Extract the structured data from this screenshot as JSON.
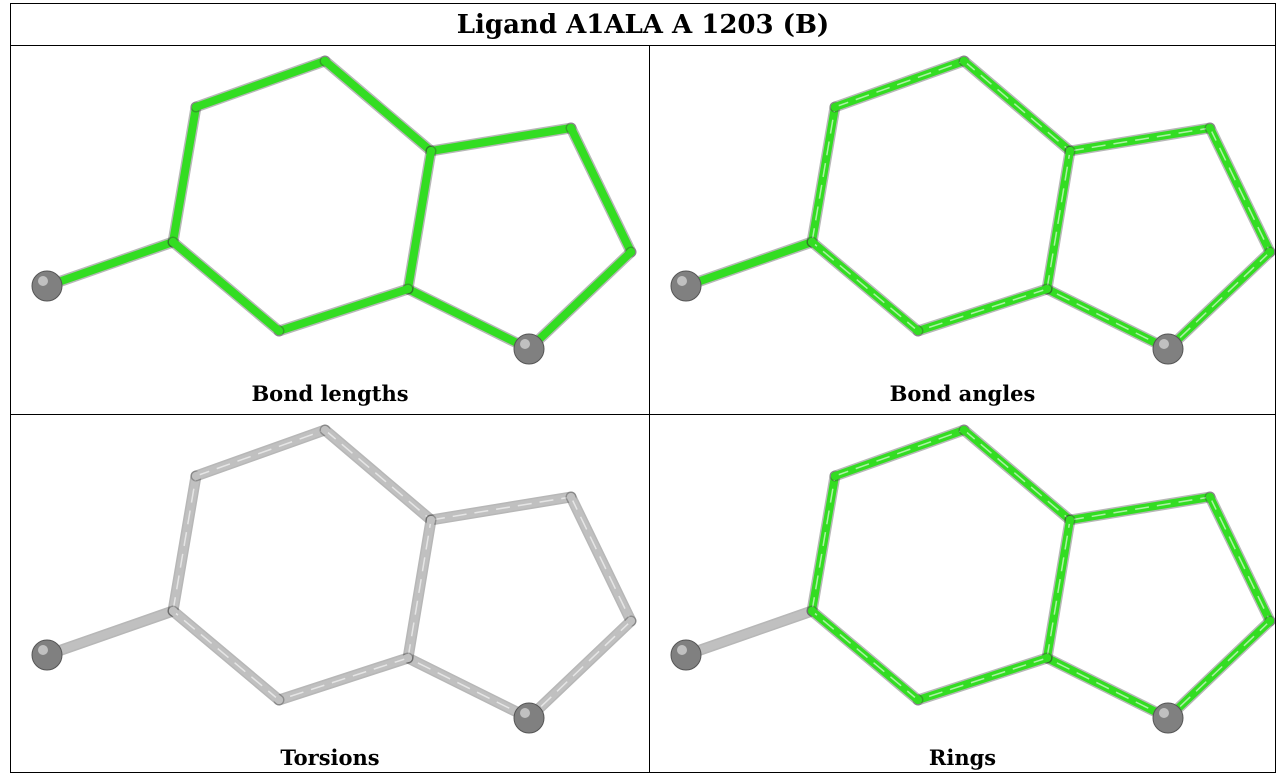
{
  "title": "Ligand A1ALA A 1203 (B)",
  "panels": [
    {
      "label": "Bond lengths",
      "style": "solid-green",
      "substituent_bond_color": "#33dd22"
    },
    {
      "label": "Bond angles",
      "style": "dashed-green",
      "substituent_bond_color": "#33dd22"
    },
    {
      "label": "Torsions",
      "style": "dashed-gray",
      "substituent_bond_color": "#c0c0c0"
    },
    {
      "label": "Rings",
      "style": "dashed-green",
      "substituent_bond_color": "#c0c0c0"
    }
  ],
  "colors": {
    "green": "#33dd22",
    "gray": "#c0c0c0",
    "atom": "#808080"
  }
}
